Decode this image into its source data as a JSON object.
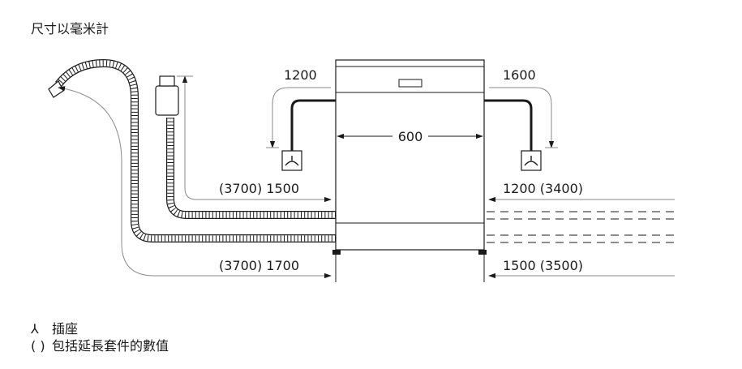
{
  "title": "尺寸以毫米計",
  "dimensions": {
    "left_top": "1200",
    "right_top": "1600",
    "width": "600",
    "left_upper": "(3700) 1500",
    "left_lower": "(3700) 1700",
    "right_upper": "1200 (3400)",
    "right_lower": "1500 (3500)"
  },
  "legend": {
    "socket_symbol": "⅄",
    "socket_label": "插座",
    "parens_symbol": "( )",
    "parens_label": "包括延長套件的數值"
  },
  "colors": {
    "line": "#1a1a1a",
    "leader": "#8a8a8a"
  }
}
